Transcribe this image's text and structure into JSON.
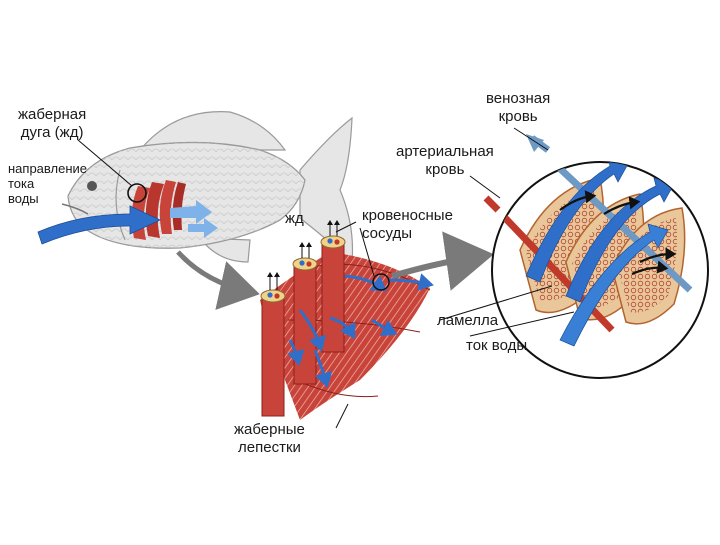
{
  "labels": {
    "gill_arch": "жаберная\nдуга (жд)",
    "water_direction": "направление\nтока\nводы",
    "venous_blood": "венозная\nкровь",
    "arterial_blood": "артериальная\nкровь",
    "gill_arch_short": "жд",
    "blood_vessels": "кровеносные\nсосуды",
    "lamella": "ламелла",
    "water_flow": "ток воды",
    "gill_filaments": "жаберные\nлепестки"
  },
  "colors": {
    "water_arrow": "#2f6fc9",
    "water_arrow_light": "#7fb2e8",
    "gill_red": "#c8443a",
    "gill_dark": "#8e1f1a",
    "fish_body": "#e6e6e6",
    "fish_outline": "#9a9a9a",
    "pointer_arrow": "#7a7a7a",
    "lamella_tan": "#e9c79a",
    "lamella_edge": "#b3642e",
    "venous_vessel": "#6d99c4",
    "arterial_vessel": "#c0392b"
  }
}
